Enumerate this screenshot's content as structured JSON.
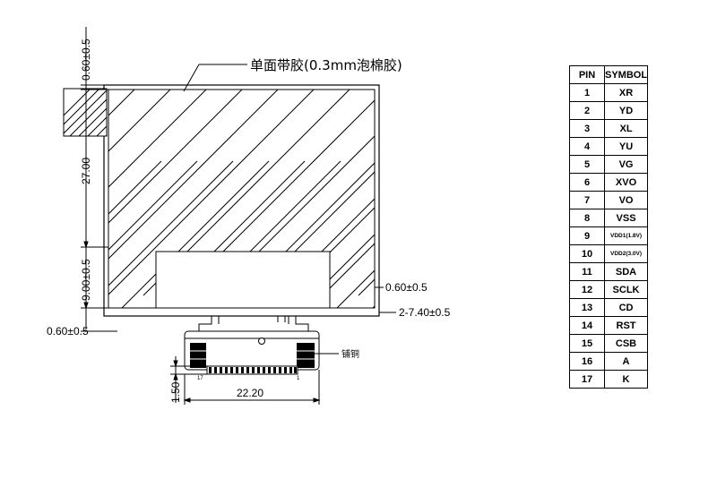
{
  "annotations": {
    "tape_note": "单面带胶(0.3mm泡棉胶)",
    "copper_note": "铺铜"
  },
  "dimensions": {
    "top_offset": "0.60±0.5",
    "height_27": "27.00",
    "height_9": "9.00±0.5",
    "right_offset": "0.60±0.5",
    "side_offset": "2-7.40±0.5",
    "bottom_left_offset": "0.60±0.5",
    "fpc_thickness": "1.50",
    "fpc_width": "22.20"
  },
  "connector": {
    "pin_first": "17",
    "pin_last": "1"
  },
  "pin_table": {
    "headers": [
      "PIN",
      "SYMBOL"
    ],
    "rows": [
      {
        "pin": "1",
        "symbol": "XR"
      },
      {
        "pin": "2",
        "symbol": "YD"
      },
      {
        "pin": "3",
        "symbol": "XL"
      },
      {
        "pin": "4",
        "symbol": "YU"
      },
      {
        "pin": "5",
        "symbol": "VG"
      },
      {
        "pin": "6",
        "symbol": "XVO"
      },
      {
        "pin": "7",
        "symbol": "VO"
      },
      {
        "pin": "8",
        "symbol": "VSS"
      },
      {
        "pin": "9",
        "symbol": "VDD1(1.8V)"
      },
      {
        "pin": "10",
        "symbol": "VDD2(3.0V)"
      },
      {
        "pin": "11",
        "symbol": "SDA"
      },
      {
        "pin": "12",
        "symbol": "SCLK"
      },
      {
        "pin": "13",
        "symbol": "CD"
      },
      {
        "pin": "14",
        "symbol": "RST"
      },
      {
        "pin": "15",
        "symbol": "CSB"
      },
      {
        "pin": "16",
        "symbol": "A"
      },
      {
        "pin": "17",
        "symbol": "K"
      }
    ]
  }
}
